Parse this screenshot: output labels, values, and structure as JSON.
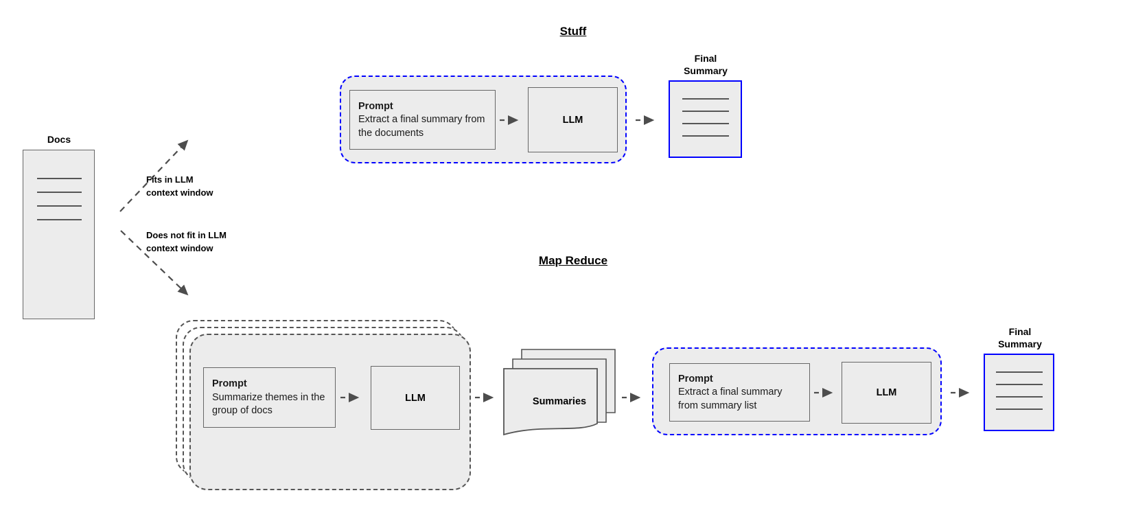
{
  "diagram": {
    "title_top": "Stuff",
    "title_bottom": "Map Reduce",
    "source": {
      "label": "Docs",
      "line_count": 4
    },
    "branches": [
      {
        "label": "Fits in LLM\ncontext window",
        "direction": "up"
      },
      {
        "label": "Does not fit in LLM\ncontext window",
        "direction": "down"
      }
    ],
    "stuff_chain": {
      "prompt": {
        "title": "Prompt",
        "body": "Extract a final summary\nfrom the documents"
      },
      "llm": {
        "label": "LLM"
      },
      "output": {
        "caption": "Final\nSummary",
        "line_count": 4
      }
    },
    "map_stage": {
      "stack_count": 3,
      "prompt": {
        "title": "Prompt",
        "body": "Summarize themes in\nthe group of docs"
      },
      "llm": {
        "label": "LLM"
      }
    },
    "summaries": {
      "label": "Summaries",
      "stack_count": 3
    },
    "reduce_stage": {
      "prompt": {
        "title": "Prompt",
        "body": "Extract a final summary\nfrom summary list"
      },
      "llm": {
        "label": "LLM"
      },
      "output": {
        "caption": "Final\nSummary",
        "line_count": 4
      }
    },
    "colors": {
      "fill": "#ececec",
      "stroke": "#666666",
      "accent_blue": "#0000ff",
      "dashed_grey": "#555555",
      "arrow": "#4d4d4d"
    }
  }
}
